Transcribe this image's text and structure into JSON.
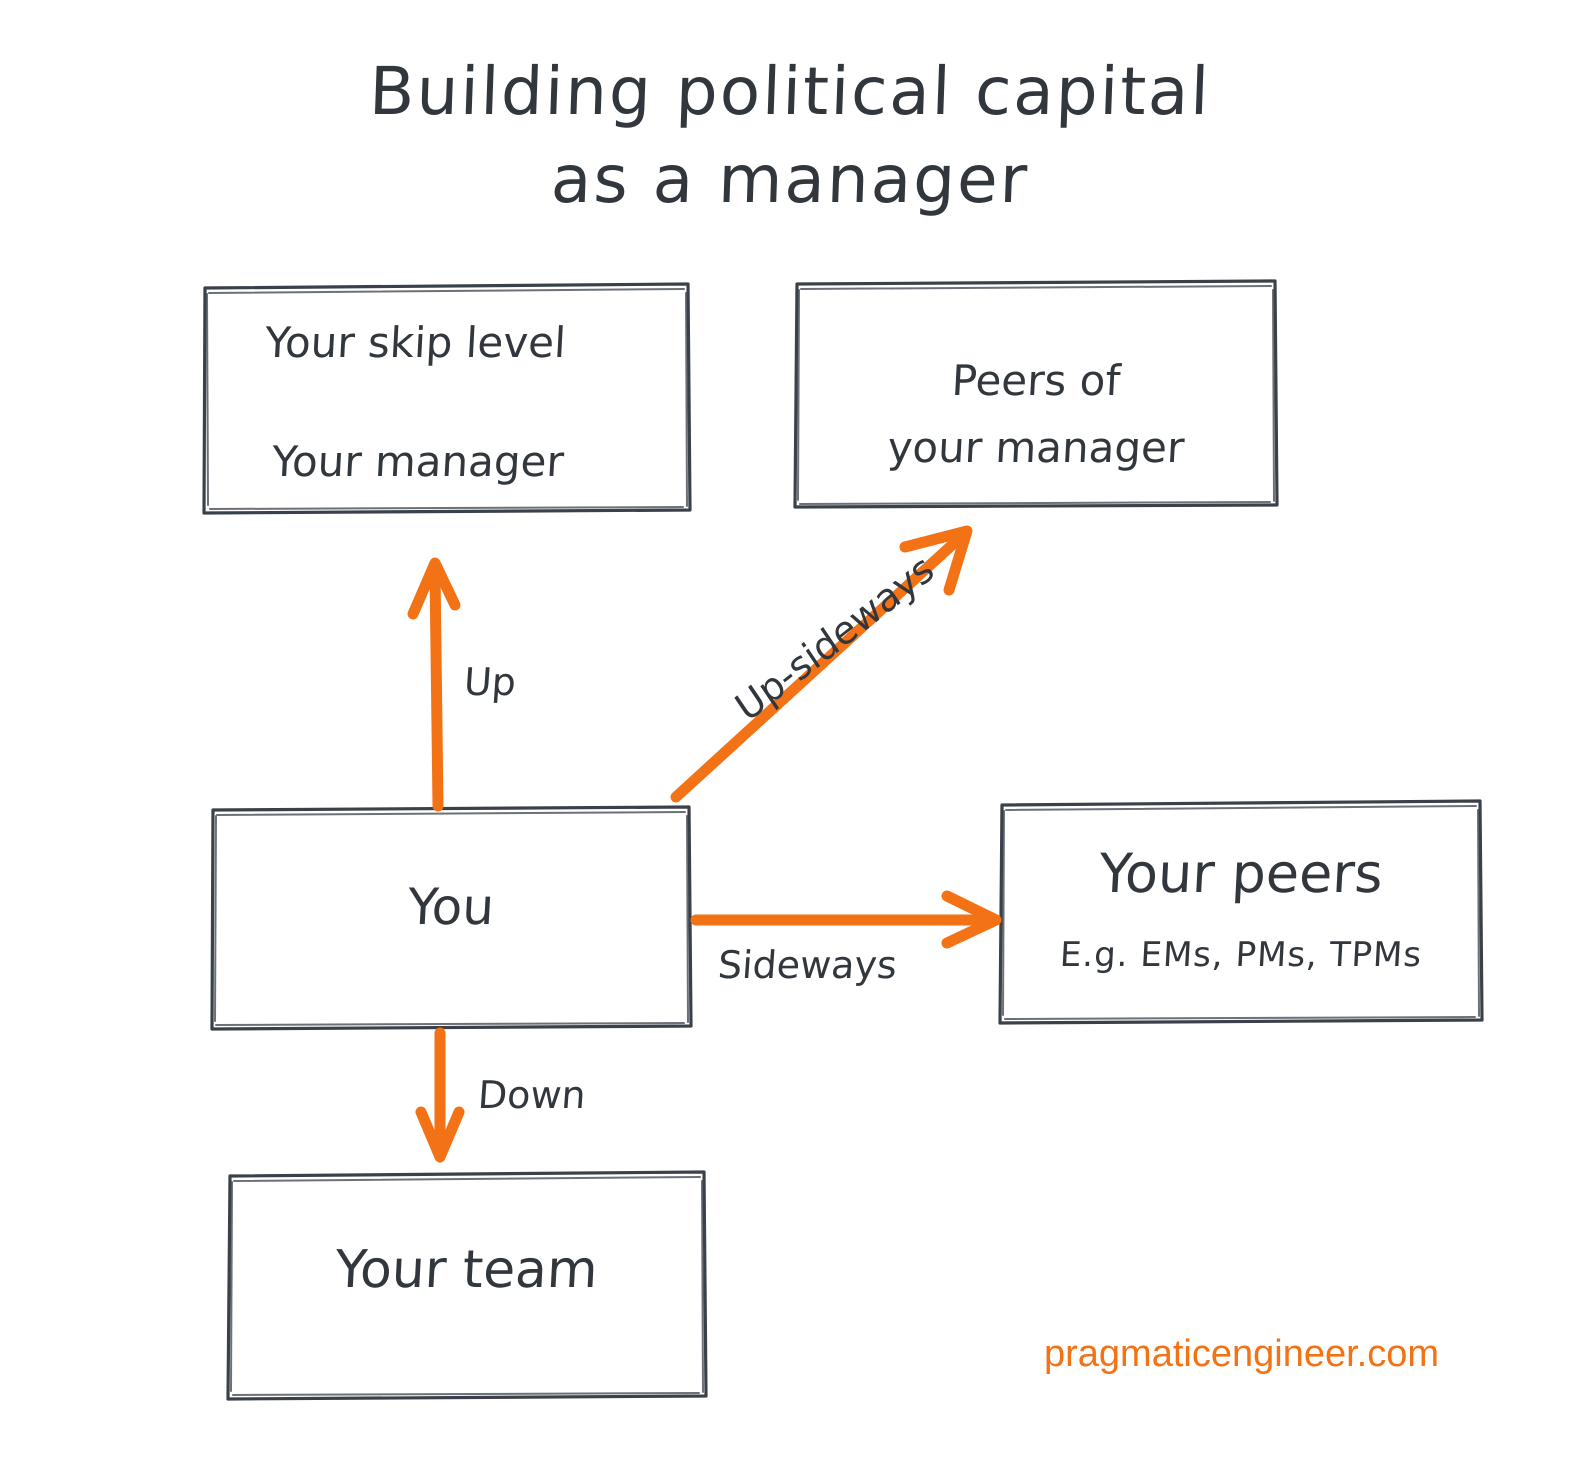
{
  "title": {
    "line1": "Building political capital",
    "line2": "as a manager"
  },
  "colors": {
    "arrow_orange": "#F47216",
    "ink": "#32373d",
    "background": "#ffffff",
    "watermark": "#F47216"
  },
  "nodes": {
    "skip_manager": {
      "line1": "Your skip level",
      "line2": "Your manager"
    },
    "manager_peers": {
      "line1": "Peers of",
      "line2": "your manager"
    },
    "you": {
      "label": "You"
    },
    "your_peers": {
      "title": "Your peers",
      "subtitle": "E.g. EMs, PMs, TPMs"
    },
    "your_team": {
      "label": "Your team"
    }
  },
  "edges": {
    "up": "Up",
    "up_sideways": "Up-sideways",
    "sideways": "Sideways",
    "down": "Down"
  },
  "footer": {
    "watermark": "pragmaticengineer.com"
  },
  "chart_data": {
    "type": "diagram",
    "title": "Building political capital as a manager",
    "nodes": [
      {
        "id": "skip_manager",
        "labels": [
          "Your skip level",
          "Your manager"
        ]
      },
      {
        "id": "manager_peers",
        "labels": [
          "Peers of",
          "your manager"
        ]
      },
      {
        "id": "you",
        "labels": [
          "You"
        ]
      },
      {
        "id": "your_peers",
        "labels": [
          "Your peers",
          "E.g. EMs, PMs, TPMs"
        ]
      },
      {
        "id": "your_team",
        "labels": [
          "Your team"
        ]
      }
    ],
    "edges": [
      {
        "from": "you",
        "to": "skip_manager",
        "label": "Up",
        "direction": "up"
      },
      {
        "from": "you",
        "to": "manager_peers",
        "label": "Up-sideways",
        "direction": "up-right"
      },
      {
        "from": "you",
        "to": "your_peers",
        "label": "Sideways",
        "direction": "right"
      },
      {
        "from": "you",
        "to": "your_team",
        "label": "Down",
        "direction": "down"
      }
    ]
  }
}
